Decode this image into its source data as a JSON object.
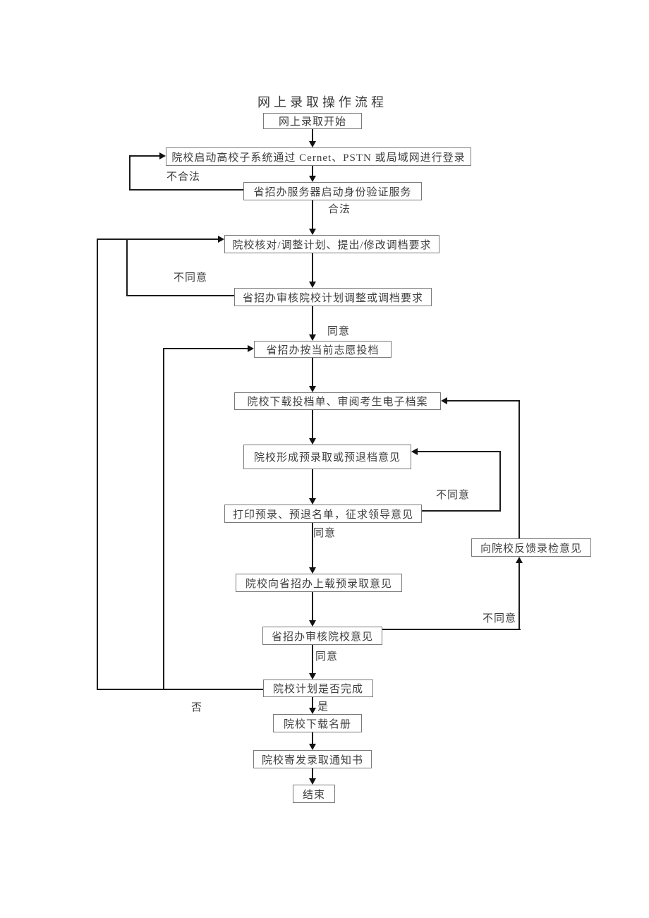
{
  "page": {
    "title": "网上录取操作流程"
  },
  "nodes": {
    "start": {
      "label": "网上录取开始"
    },
    "login": {
      "label": "院校启动高校子系统通过 Cernet、PSTN 或局域网进行登录"
    },
    "auth": {
      "label": "省招办服务器启动身份验证服务"
    },
    "check_plan": {
      "label": "院校核对/调整计划、提出/修改调档要求"
    },
    "review_adjust": {
      "label": "省招办审核院校计划调整或调档要求"
    },
    "dispatch": {
      "label": "省招办按当前志愿投档"
    },
    "download_dossier": {
      "label": "院校下载投档单、审阅考生电子档案"
    },
    "form_opinion": {
      "label": "院校形成预录取或预退档意见"
    },
    "print_list": {
      "label": "打印预录、预退名单，征求领导意见"
    },
    "upload_opinion": {
      "label": "院校向省招办上载预录取意见"
    },
    "feedback": {
      "label": "向院校反馈录检意见"
    },
    "review_opinion": {
      "label": "省招办审核院校意见"
    },
    "plan_done": {
      "label": "院校计划是否完成"
    },
    "download_roster": {
      "label": "院校下载名册"
    },
    "send_notice": {
      "label": "院校寄发录取通知书"
    },
    "end": {
      "label": "结束"
    }
  },
  "edge_labels": {
    "illegal": "不合法",
    "legal": "合法",
    "disagree1": "不同意",
    "agree1": "同意",
    "disagree2": "不同意",
    "agree2": "同意",
    "disagree3": "不同意",
    "agree3": "同意",
    "no": "否",
    "yes": "是"
  },
  "colors": {
    "background": "#ffffff",
    "box_border": "#7a7a7a",
    "text": "#3e3e3e",
    "line": "#1c1c1c"
  }
}
